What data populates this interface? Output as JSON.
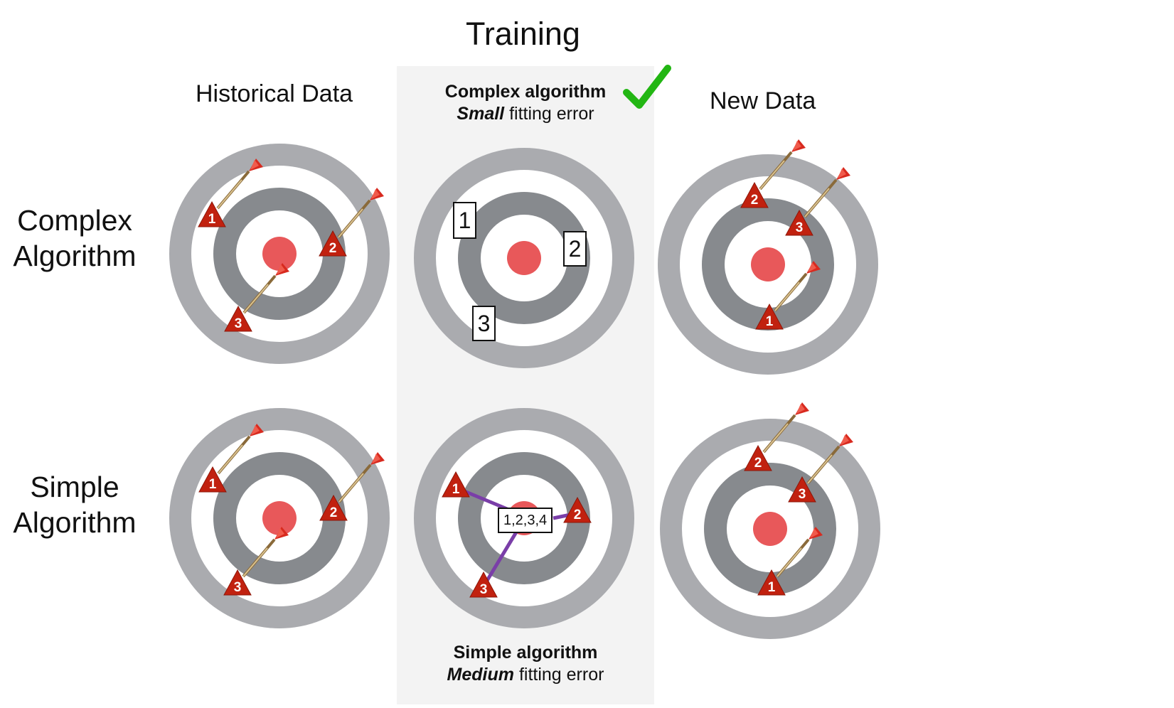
{
  "title": "Training",
  "columns": {
    "historical": "Historical Data",
    "new": "New Data"
  },
  "rows": {
    "complex": [
      "Complex",
      "Algorithm"
    ],
    "simple": [
      "Simple",
      "Algorithm"
    ]
  },
  "training": {
    "complex_caption": {
      "line1_bold": "Complex algorithm",
      "line2_em": "Small",
      "line2_rest": " fitting error"
    },
    "simple_caption": {
      "line1_bold": "Simple algorithm",
      "line2_em": "Medium",
      "line2_rest": " fitting error"
    },
    "complex_labels": [
      "1",
      "2",
      "3"
    ],
    "simple_center_label": "1,2,3,4",
    "simple_dart_labels": [
      "1",
      "2",
      "3"
    ]
  },
  "markers": {
    "historical": [
      "1",
      "2",
      "3"
    ],
    "new": [
      "1",
      "2",
      "3"
    ]
  },
  "colors": {
    "outer_ring": "#aaabaf",
    "inner_ring": "#878a8e",
    "white_ring": "#ffffff",
    "bullseye": "#e8585a",
    "marker": "#c1210f",
    "check": "#22b613",
    "connector": "#7a3ea8",
    "panel": "#f3f3f3"
  },
  "icons": [
    "dart-icon",
    "triangle-marker-icon",
    "checkmark-icon"
  ]
}
